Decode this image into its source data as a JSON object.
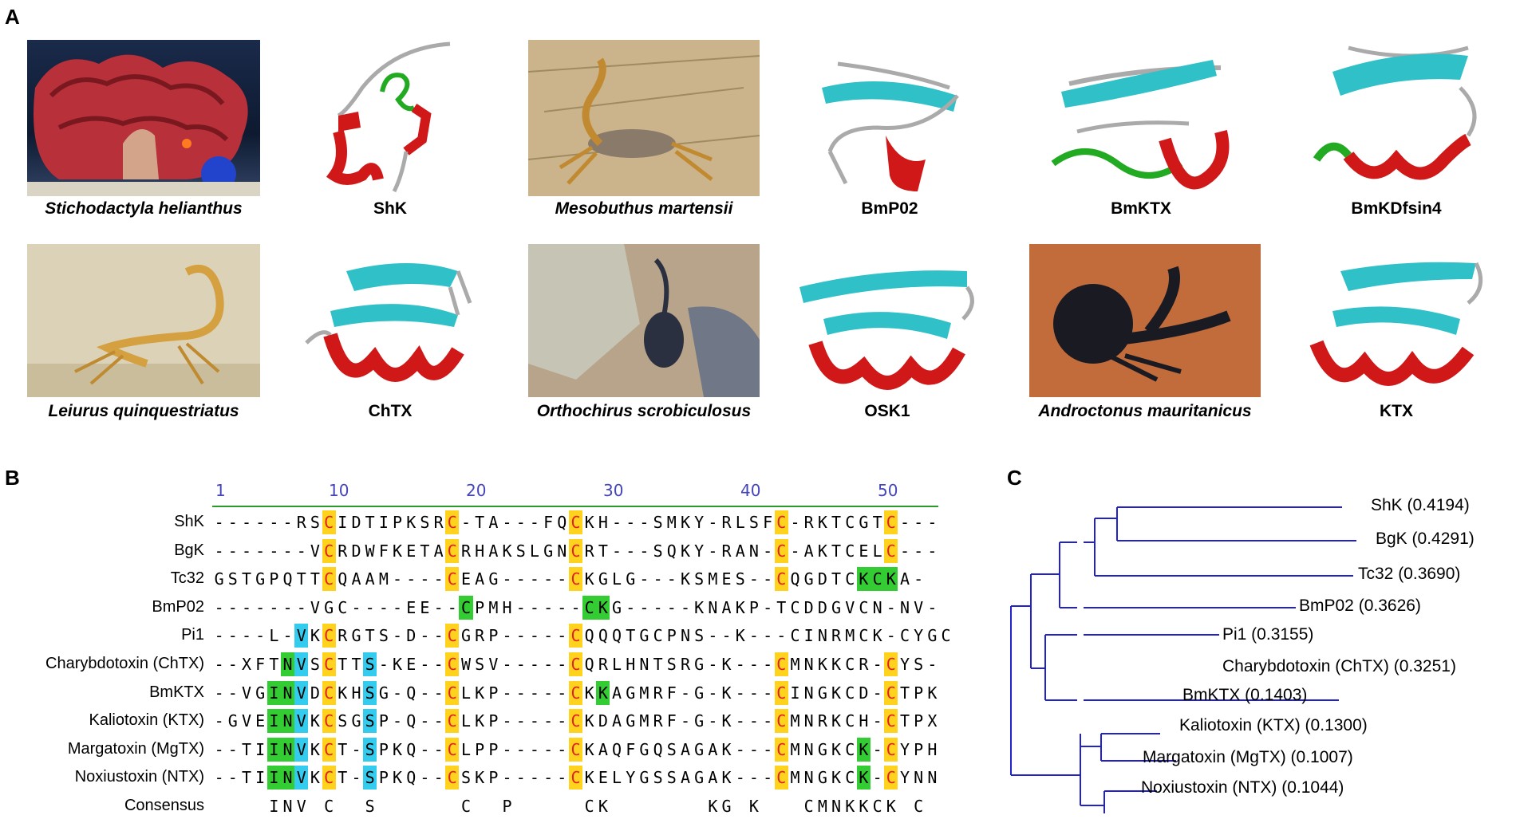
{
  "panel_labels": {
    "a": "A",
    "b": "B",
    "c": "C"
  },
  "panel_a": {
    "row1": [
      {
        "caption": "Stichodactyla helianthus",
        "kind": "photo"
      },
      {
        "caption": "ShK",
        "kind": "structure"
      },
      {
        "caption": "Mesobuthus martensii",
        "kind": "photo"
      },
      {
        "caption": "BmP02",
        "kind": "structure"
      },
      {
        "caption": "BmKTX",
        "kind": "structure"
      },
      {
        "caption": "BmKDfsin4",
        "kind": "structure"
      }
    ],
    "row2": [
      {
        "caption": "Leiurus quinquestriatus",
        "kind": "photo"
      },
      {
        "caption": "ChTX",
        "kind": "structure"
      },
      {
        "caption": "Orthochirus scrobiculosus",
        "kind": "photo"
      },
      {
        "caption": "OSK1",
        "kind": "structure"
      },
      {
        "caption": "Androctonus mauritanicus",
        "kind": "photo"
      },
      {
        "caption": "KTX",
        "kind": "structure"
      }
    ]
  },
  "panel_b": {
    "ruler": [
      "1",
      "10",
      "20",
      "30",
      "40",
      "50"
    ],
    "sequences": [
      {
        "name": "ShK",
        "seq": "------RSCIDTIPKSRC-TA---FQCKH---SMKY-RLSFC-RKTCGTC---"
      },
      {
        "name": "BgK",
        "seq": "-------VCRDWFKETACRHAKSLGNCRT---SQKY-RAN-C-AKTCELC---"
      },
      {
        "name": "Tc32",
        "seq": "GSTGPQTTCQAAM----CEAG-----CKGLG---KSMES--CQGDTCKCKA-"
      },
      {
        "name": "BmP02",
        "seq": "-------VGC----EE--CPMH-----CKG-----KNAKP-TCDDGVCN-NV-"
      },
      {
        "name": "Pi1",
        "seq": "----L-VKCRGTS-D--CGRP-----CQQQTGCPNS--K---CINRMCK-CYGC"
      },
      {
        "name": "Charybdotoxin (ChTX)",
        "seq": "--XFTNVSCTTS-KE--CWSV-----CQRLHNTSRG-K---CMNKKCR-CYS-"
      },
      {
        "name": "BmKTX",
        "seq": "--VGINVDCKHSG-Q--CLKP-----CKKAGMRF-G-K---CINGKCD-CTPK"
      },
      {
        "name": "Kaliotoxin (KTX)",
        "seq": "-GVEINVKCSGSP-Q--CLKP-----CKDAGMRF-G-K---CMNRKCH-CTPX"
      },
      {
        "name": "Margatoxin (MgTX)",
        "seq": "--TIINVKCT-SPKQ--CLPP-----CKAQFGQSAGAK---CMNGKCK-CYPH"
      },
      {
        "name": "Noxiustoxin (NTX)",
        "seq": "--TIINVKCT-SPKQ--CSKP-----CKELYGSSAGAK---CMNGKCK-CYNN"
      }
    ],
    "consensus_label": "Consensus",
    "consensus": "    INV C  S      C  P     CK       KG K   CMNKKCK C   "
  },
  "panel_c": {
    "tree_labels": [
      "ShK (0.4194)",
      "BgK (0.4291)",
      "Tc32 (0.3690)",
      "BmP02 (0.3626)",
      "Pi1 (0.3155)",
      "Charybdotoxin (ChTX) (0.3251)",
      "BmKTX (0.1403)",
      "Kaliotoxin (KTX)  (0.1300)",
      "Margatoxin (MgTX) (0.1007)",
      "Noxiustoxin (NTX) (0.1044)"
    ],
    "line_color": "#2222cc"
  }
}
